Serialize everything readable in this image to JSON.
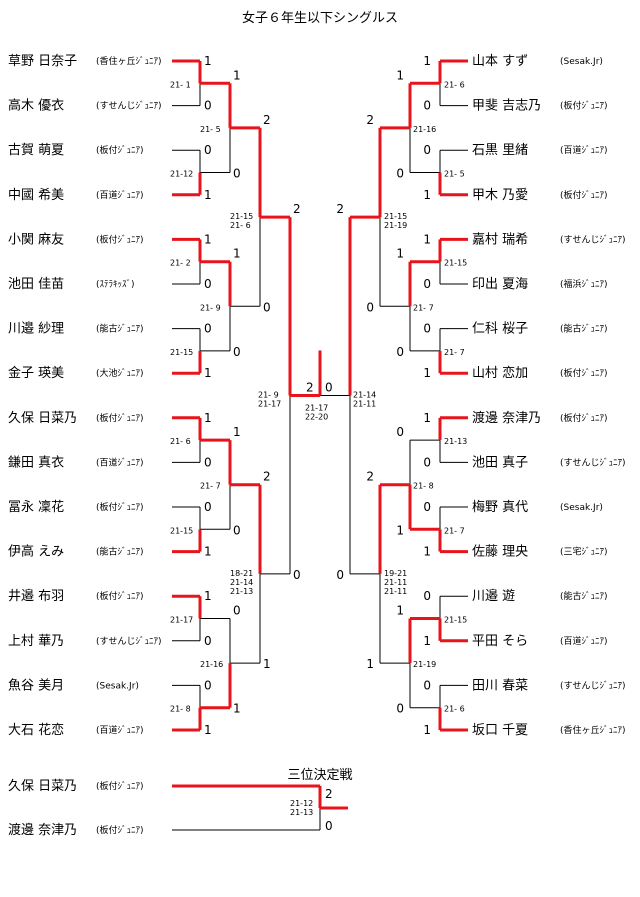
{
  "title": "女子６年生以下シングルス",
  "third_place": {
    "label": "三位決定戦",
    "players": [
      {
        "name": "久保 日菜乃",
        "club": "(板付ｼﾞｭﾆｱ)",
        "score": "2"
      },
      {
        "name": "渡邊 奈津乃",
        "club": "(板付ｼﾞｭﾆｱ)",
        "score": "0"
      }
    ],
    "game_scores": [
      "21-12",
      "21-13"
    ]
  },
  "final": {
    "left_score": "2",
    "right_score": "0",
    "left_game_scores": [
      "21- 9",
      "21-17"
    ],
    "center_game_scores": [
      "21-17",
      "22-20"
    ],
    "right_game_scores": [
      "21-14",
      "21-11"
    ]
  },
  "left_players": [
    {
      "name": "草野 日奈子",
      "club": "(香住ヶ丘ｼﾞｭﾆｱ)",
      "score": "1"
    },
    {
      "name": "高木 優衣",
      "club": "(すせんじｼﾞｭﾆｱ)",
      "score": "0"
    },
    {
      "name": "古賀 萌夏",
      "club": "(板付ｼﾞｭﾆｱ)",
      "score": "0"
    },
    {
      "name": "中國 希美",
      "club": "(百道ｼﾞｭﾆｱ)",
      "score": "1"
    },
    {
      "name": "小関 麻友",
      "club": "(板付ｼﾞｭﾆｱ)",
      "score": "1"
    },
    {
      "name": "池田 佳苗",
      "club": "(ｽﾃﾗｷｯｽﾞ)",
      "score": "0"
    },
    {
      "name": "川邉 紗理",
      "club": "(能古ｼﾞｭﾆｱ)",
      "score": "0"
    },
    {
      "name": "金子 瑛美",
      "club": "(大池ｼﾞｭﾆｱ)",
      "score": "1"
    },
    {
      "name": "久保 日菜乃",
      "club": "(板付ｼﾞｭﾆｱ)",
      "score": "1"
    },
    {
      "name": "鎌田 真衣",
      "club": "(百道ｼﾞｭﾆｱ)",
      "score": "0"
    },
    {
      "name": "冨永 凜花",
      "club": "(板付ｼﾞｭﾆｱ)",
      "score": "0"
    },
    {
      "name": "伊高 えみ",
      "club": "(能古ｼﾞｭﾆｱ)",
      "score": "1"
    },
    {
      "name": "井邉 布羽",
      "club": "(板付ｼﾞｭﾆｱ)",
      "score": "1"
    },
    {
      "name": "上村 華乃",
      "club": "(すせんじｼﾞｭﾆｱ)",
      "score": "0"
    },
    {
      "name": "魚谷 美月",
      "club": "(Sesak.Jr)",
      "score": "0"
    },
    {
      "name": "大石 花恋",
      "club": "(百道ｼﾞｭﾆｱ)",
      "score": "1"
    }
  ],
  "right_players": [
    {
      "name": "山本 すず",
      "club": "(Sesak.Jr)",
      "score": "1"
    },
    {
      "name": "甲斐 吉志乃",
      "club": "(板付ｼﾞｭﾆｱ)",
      "score": "0"
    },
    {
      "name": "石黒 里緒",
      "club": "(百道ｼﾞｭﾆｱ)",
      "score": "0"
    },
    {
      "name": "甲木 乃愛",
      "club": "(板付ｼﾞｭﾆｱ)",
      "score": "1"
    },
    {
      "name": "嘉村 瑞希",
      "club": "(すせんじｼﾞｭﾆｱ)",
      "score": "1"
    },
    {
      "name": "印出 夏海",
      "club": "(福浜ｼﾞｭﾆｱ)",
      "score": "0"
    },
    {
      "name": "仁科 桜子",
      "club": "(能古ｼﾞｭﾆｱ)",
      "score": "0"
    },
    {
      "name": "山村 恋加",
      "club": "(板付ｼﾞｭﾆｱ)",
      "score": "1"
    },
    {
      "name": "渡邊 奈津乃",
      "club": "(板付ｼﾞｭﾆｱ)",
      "score": "1"
    },
    {
      "name": "池田 真子",
      "club": "(すせんじｼﾞｭﾆｱ)",
      "score": "0"
    },
    {
      "name": "梅野 真代",
      "club": "(Sesak.Jr)",
      "score": "0"
    },
    {
      "name": "佐藤 理央",
      "club": "(三宅ｼﾞｭﾆｱ)",
      "score": "1"
    },
    {
      "name": "川邉 遊",
      "club": "(能古ｼﾞｭﾆｱ)",
      "score": "0"
    },
    {
      "name": "平田 そら",
      "club": "(百道ｼﾞｭﾆｱ)",
      "score": "1"
    },
    {
      "name": "田川 春菜",
      "club": "(すせんじｼﾞｭﾆｱ)",
      "score": "0"
    },
    {
      "name": "坂口 千夏",
      "club": "(香住ヶ丘ｼﾞｭﾆｱ)",
      "score": "1"
    }
  ],
  "left_r1_game_scores": [
    "21- 1",
    "21-12",
    "21- 2",
    "21-15",
    "21- 6",
    "21-15",
    "21-17",
    "21- 8"
  ],
  "right_r1_game_scores": [
    "21- 6",
    "21- 5",
    "21-15",
    "21- 7",
    "21-13",
    "21- 7",
    "21-15",
    "21- 6"
  ],
  "left_r2_scores": [
    "1",
    "0",
    "1",
    "0",
    "1",
    "0",
    "0",
    "1"
  ],
  "left_r2_game_scores": [
    "21- 5",
    "21- 9",
    "21- 7",
    "21-16"
  ],
  "right_r2_scores": [
    "1",
    "0",
    "1",
    "0",
    "0",
    "1",
    "1",
    "0"
  ],
  "right_r2_game_scores": [
    "21-16",
    "21- 7",
    "21- 8",
    "21-19"
  ],
  "left_r3_scores": [
    "2",
    "0",
    "2",
    "1"
  ],
  "left_r3_game_scores": [
    [
      "21-15",
      "21- 6"
    ],
    [
      "18-21",
      "21-14",
      "21-13"
    ]
  ],
  "right_r3_scores": [
    "2",
    "0",
    "2",
    "1"
  ],
  "right_r3_game_scores": [
    [
      "21-15",
      "21-19"
    ],
    [
      "19-21",
      "21-11",
      "21-11"
    ]
  ],
  "left_r4_scores": [
    "2",
    "0"
  ],
  "right_r4_scores": [
    "2",
    "0"
  ]
}
